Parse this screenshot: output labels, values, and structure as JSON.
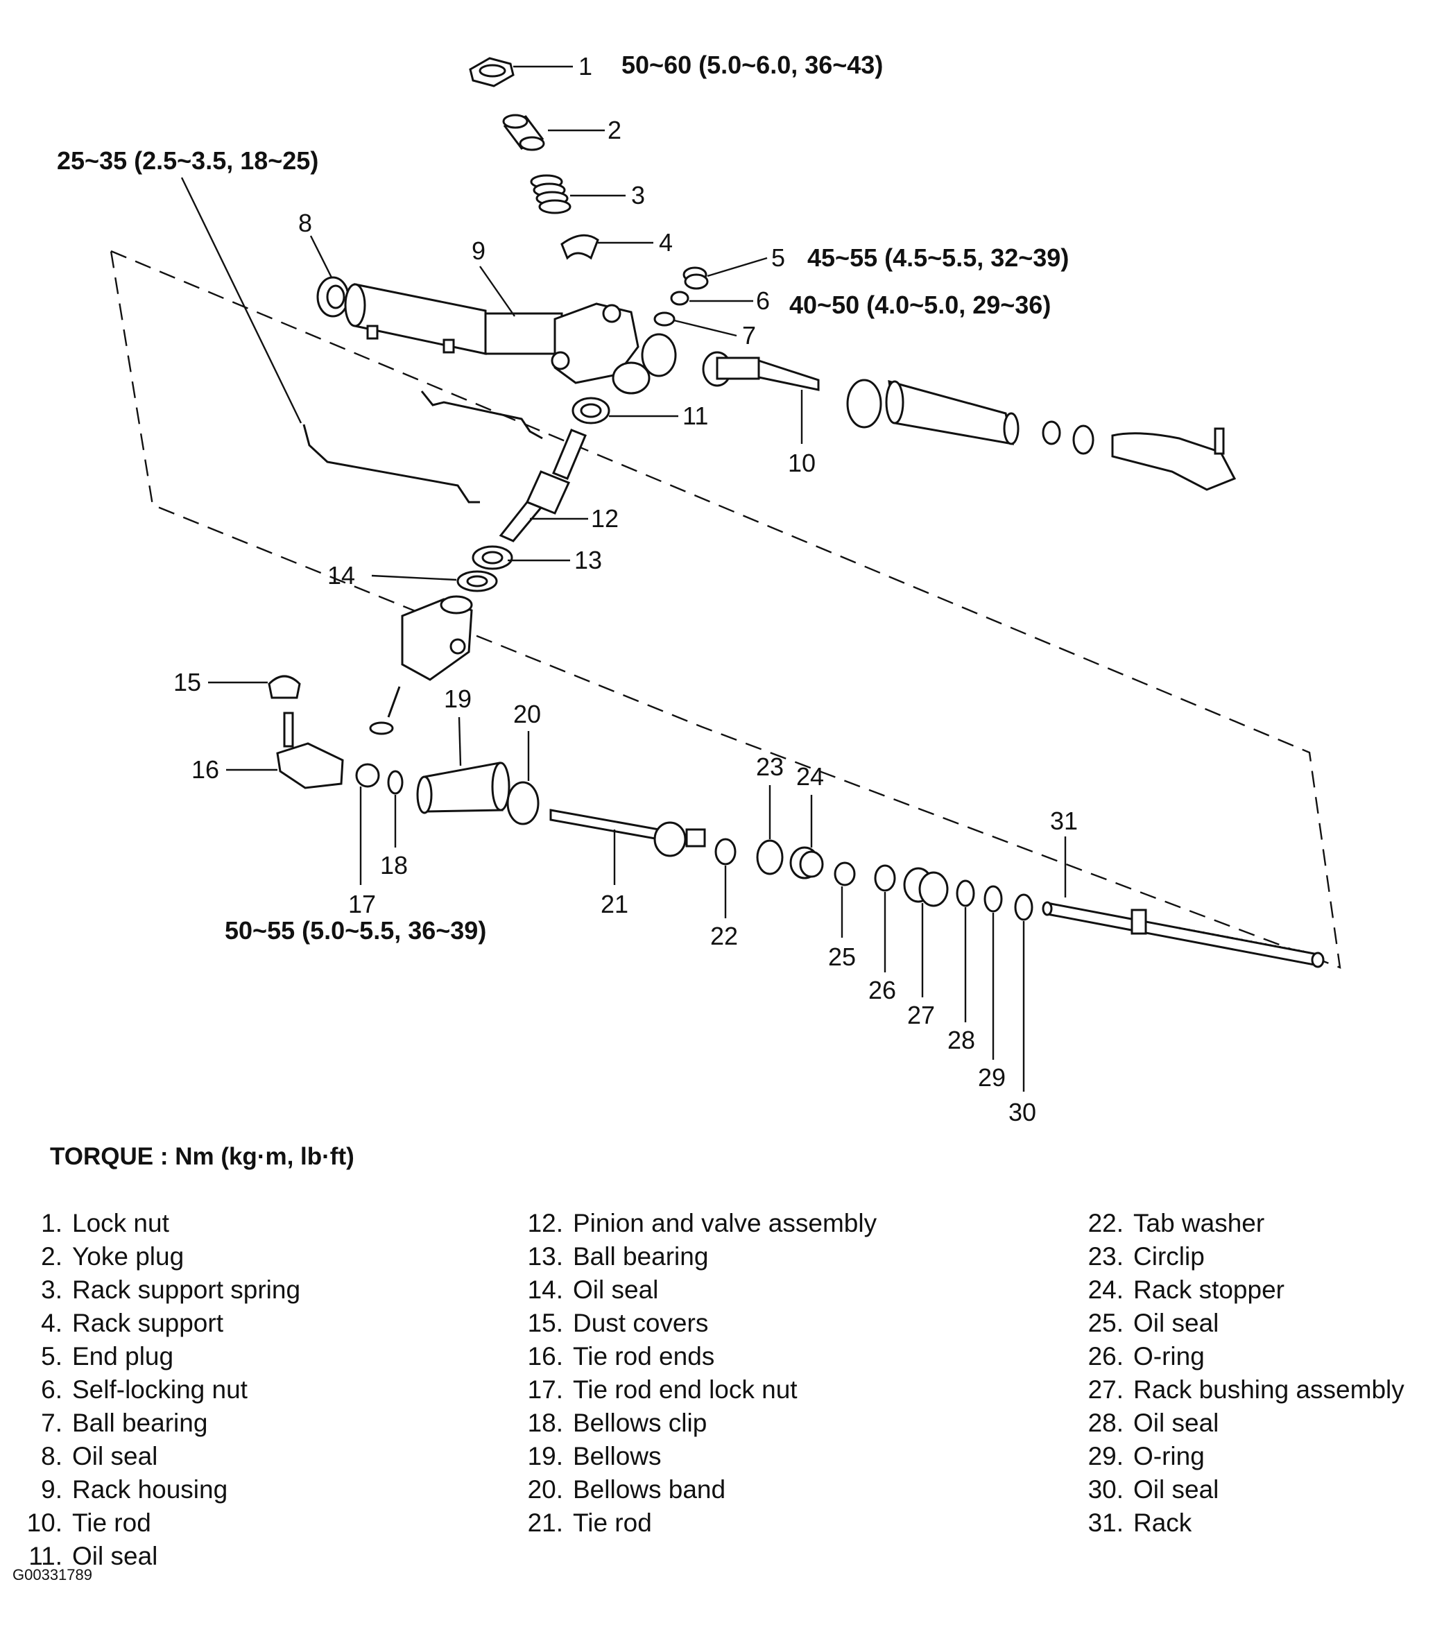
{
  "torque_callouts": {
    "t1": "50~60 (5.0~6.0, 36~43)",
    "t5": "45~55 (4.5~5.5, 32~39)",
    "t6": "40~50 (4.0~5.0, 29~36)",
    "t8": "25~35 (2.5~3.5, 18~25)",
    "t17": "50~55 (5.0~5.5, 36~39)"
  },
  "callout_numbers": [
    "1",
    "2",
    "3",
    "4",
    "5",
    "6",
    "7",
    "8",
    "9",
    "10",
    "11",
    "12",
    "13",
    "14",
    "15",
    "16",
    "17",
    "18",
    "19",
    "20",
    "21",
    "22",
    "23",
    "24",
    "25",
    "26",
    "27",
    "28",
    "29",
    "30",
    "31"
  ],
  "torque_heading": "TORQUE : Nm (kg·m, lb·ft)",
  "legend": {
    "col1": [
      {
        "n": "1.",
        "label": "Lock nut"
      },
      {
        "n": "2.",
        "label": "Yoke plug"
      },
      {
        "n": "3.",
        "label": "Rack support spring"
      },
      {
        "n": "4.",
        "label": "Rack support"
      },
      {
        "n": "5.",
        "label": "End plug"
      },
      {
        "n": "6.",
        "label": "Self-locking nut"
      },
      {
        "n": "7.",
        "label": "Ball bearing"
      },
      {
        "n": "8.",
        "label": "Oil seal"
      },
      {
        "n": "9.",
        "label": "Rack housing"
      },
      {
        "n": "10.",
        "label": "Tie rod"
      },
      {
        "n": "11.",
        "label": "Oil seal"
      }
    ],
    "col2": [
      {
        "n": "12.",
        "label": "Pinion and valve assembly"
      },
      {
        "n": "13.",
        "label": "Ball bearing"
      },
      {
        "n": "14.",
        "label": "Oil seal"
      },
      {
        "n": "15.",
        "label": "Dust covers"
      },
      {
        "n": "16.",
        "label": "Tie rod ends"
      },
      {
        "n": "17.",
        "label": "Tie rod end lock nut"
      },
      {
        "n": "18.",
        "label": "Bellows clip"
      },
      {
        "n": "19.",
        "label": "Bellows"
      },
      {
        "n": "20.",
        "label": "Bellows band"
      },
      {
        "n": "21.",
        "label": "Tie rod"
      }
    ],
    "col3": [
      {
        "n": "22.",
        "label": "Tab washer"
      },
      {
        "n": "23.",
        "label": "Circlip"
      },
      {
        "n": "24.",
        "label": "Rack stopper"
      },
      {
        "n": "25.",
        "label": "Oil seal"
      },
      {
        "n": "26.",
        "label": "O-ring"
      },
      {
        "n": "27.",
        "label": "Rack bushing assembly"
      },
      {
        "n": "28.",
        "label": "Oil seal"
      },
      {
        "n": "29.",
        "label": "O-ring"
      },
      {
        "n": "30.",
        "label": "Oil seal"
      },
      {
        "n": "31.",
        "label": "Rack"
      }
    ]
  },
  "figure_id": "G00331789"
}
